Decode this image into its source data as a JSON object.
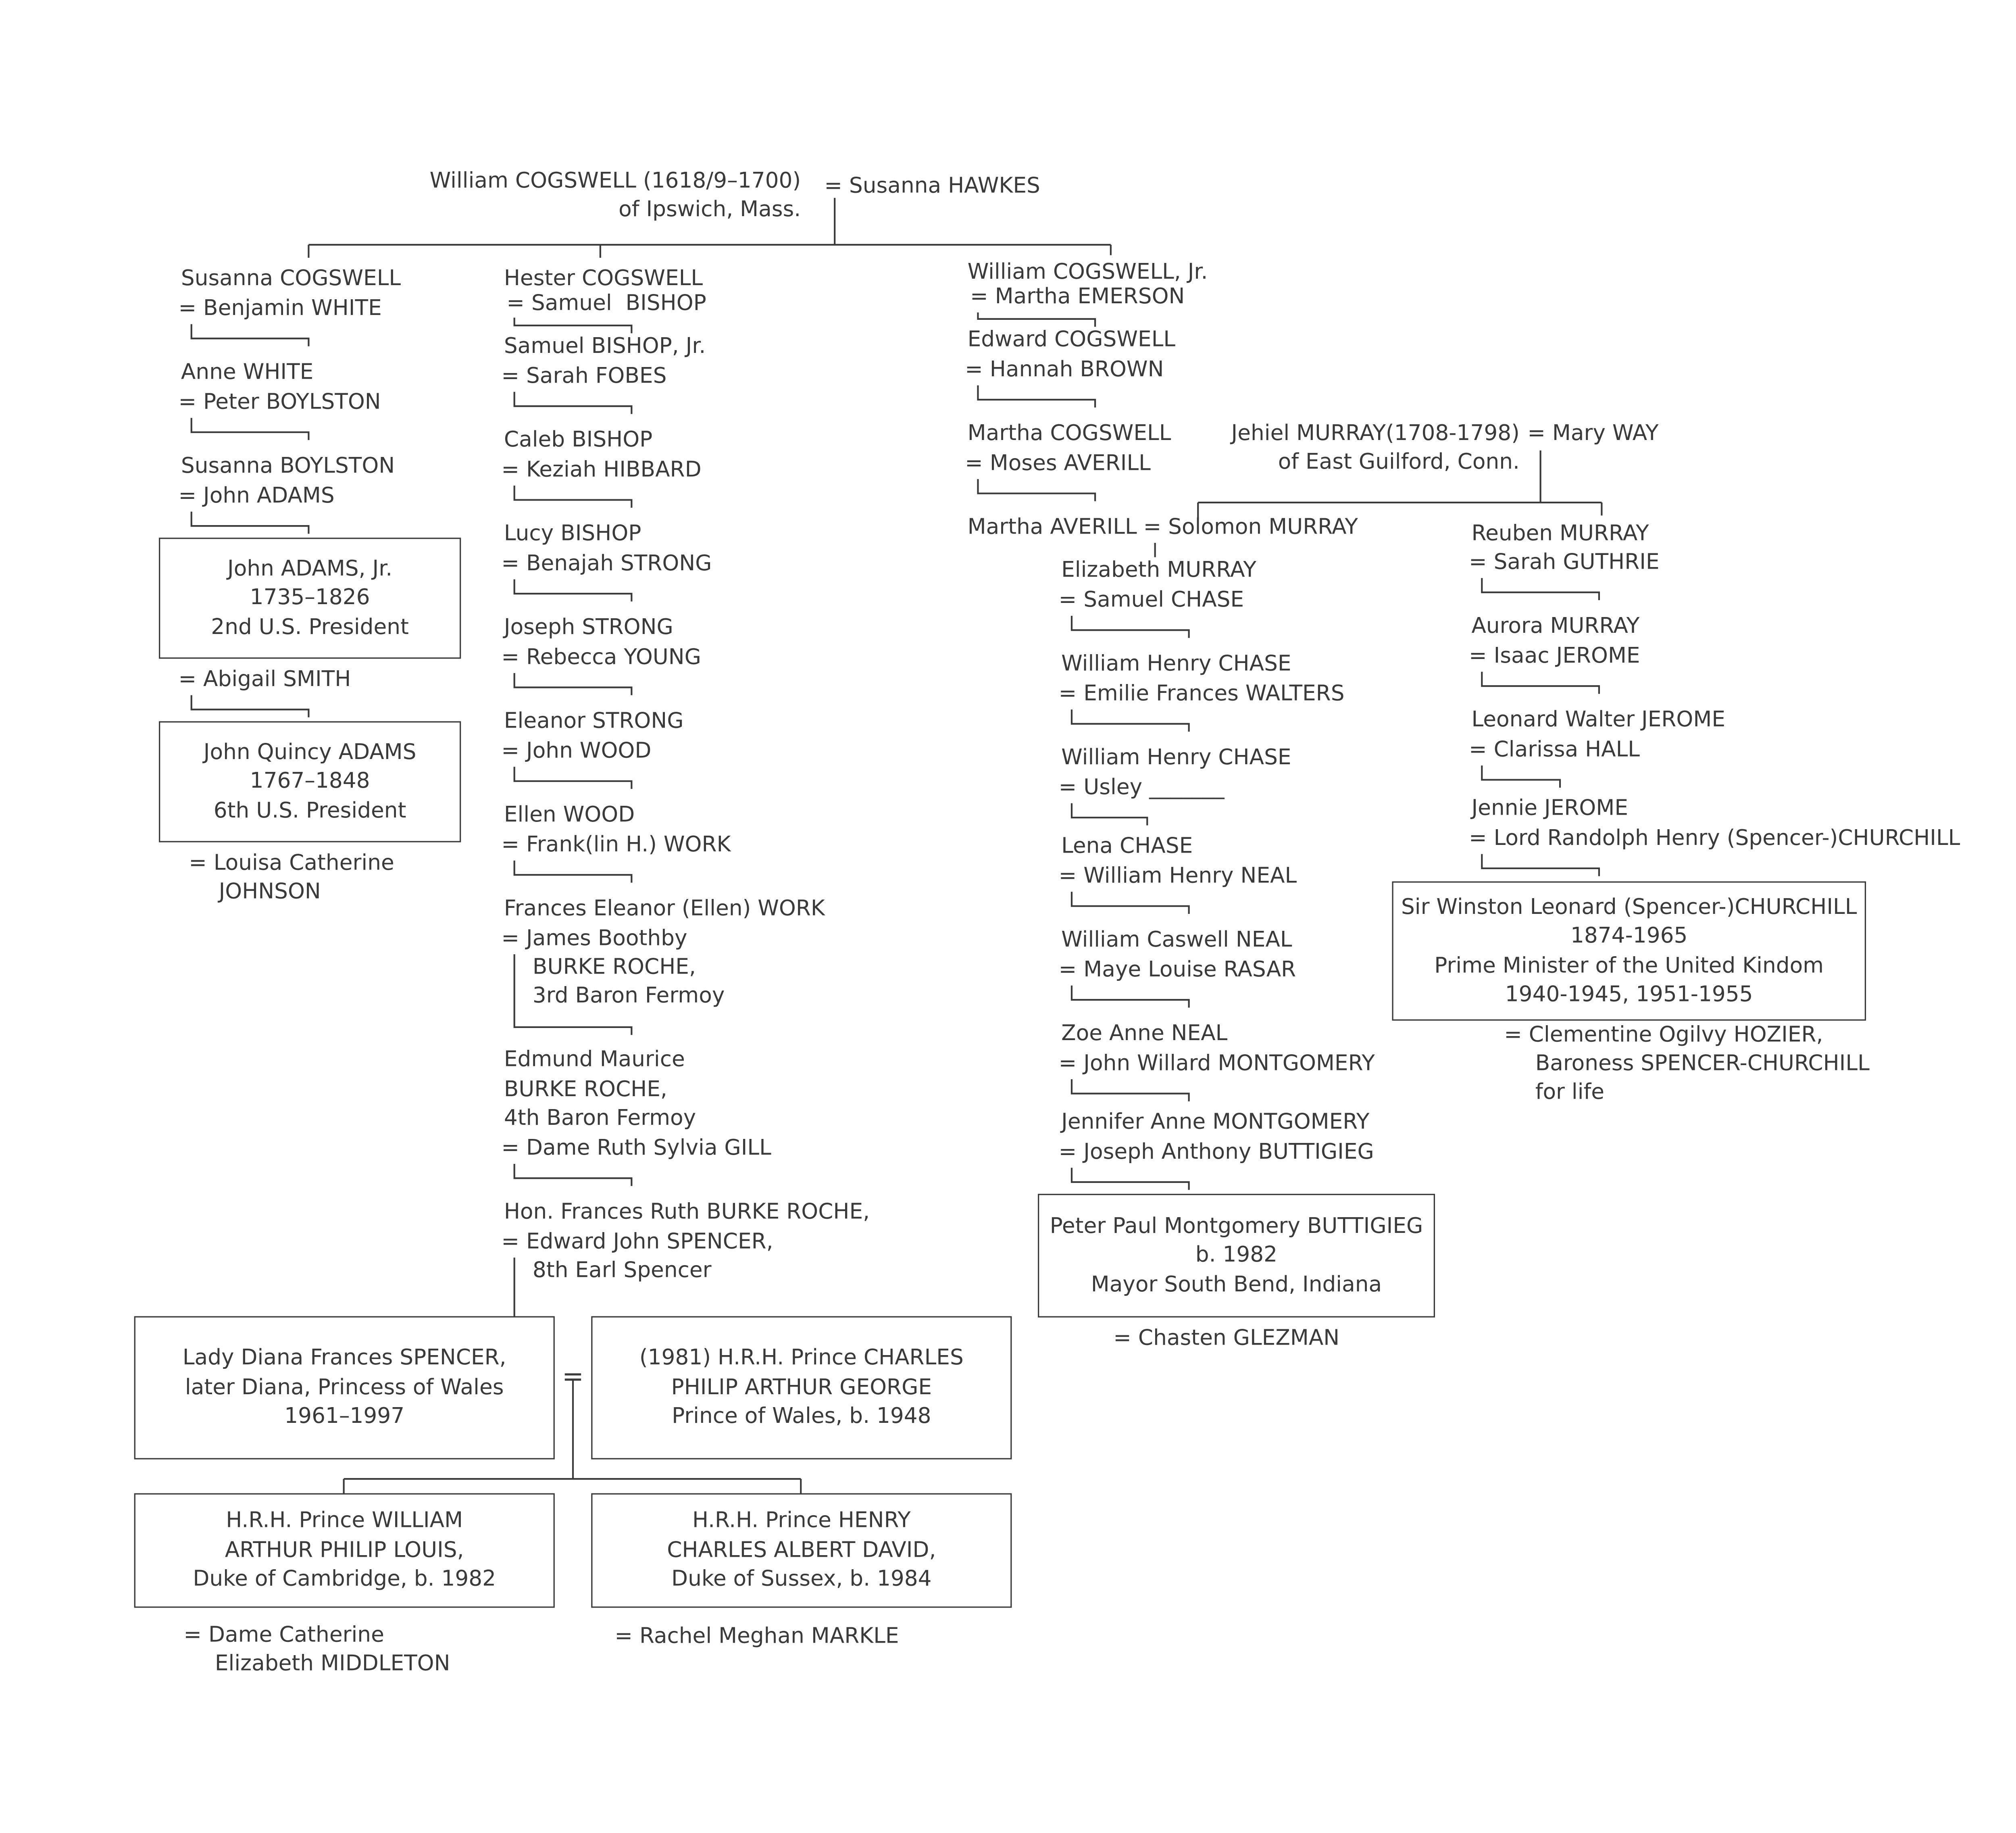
{
  "root": {
    "line1": "William COGSWELL (1618/9–1700)",
    "line2": "of Ipswich, Mass.",
    "spouse": "= Susanna HAWKES"
  },
  "adams_line": {
    "p1": "Susanna COGSWELL",
    "p1_spouse": "= Benjamin WHITE",
    "p2": "Anne WHITE",
    "p2_spouse": "= Peter BOYLSTON",
    "p3": "Susanna BOYLSTON",
    "p3_spouse": "= John ADAMS",
    "jadams": {
      "line1": "John ADAMS, Jr.",
      "line2": "1735–1826",
      "line3": "2nd U.S. President"
    },
    "jadams_spouse": "= Abigail SMITH",
    "jqadams": {
      "line1": "John Quincy ADAMS",
      "line2": "1767–1848",
      "line3": "6th U.S. President"
    },
    "jqadams_spouse_1": "= Louisa Catherine",
    "jqadams_spouse_2": "JOHNSON"
  },
  "royal_line": {
    "p1": "Hester COGSWELL",
    "p1_spouse": "= Samuel  BISHOP",
    "p2": "Samuel BISHOP, Jr.",
    "p2_spouse": "= Sarah FOBES",
    "p3": "Caleb BISHOP",
    "p3_spouse": "= Keziah HIBBARD",
    "p4": "Lucy BISHOP",
    "p4_spouse": "= Benajah STRONG",
    "p5": "Joseph STRONG",
    "p5_spouse": "= Rebecca YOUNG",
    "p6": "Eleanor STRONG",
    "p6_spouse": "= John WOOD",
    "p7": "Ellen WOOD",
    "p7_spouse": "= Frank(lin H.) WORK",
    "p8": "Frances Eleanor (Ellen) WORK",
    "p8_spouse_1": "= James Boothby",
    "p8_spouse_2": "BURKE ROCHE,",
    "p8_spouse_3": "3rd Baron Fermoy",
    "p9_1": "Edmund Maurice",
    "p9_2": "BURKE ROCHE,",
    "p9_3": "4th Baron Fermoy",
    "p9_spouse": "= Dame Ruth Sylvia GILL",
    "p10": "Hon. Frances Ruth BURKE ROCHE,",
    "p10_spouse_1": "= Edward John SPENCER,",
    "p10_spouse_2": "8th Earl Spencer",
    "diana": {
      "line1": "Lady Diana Frances SPENCER,",
      "line2": "later Diana, Princess of Wales",
      "line3": "1961–1997"
    },
    "marriage_sign": "=",
    "charles": {
      "line1": "(1981) H.R.H. Prince CHARLES",
      "line2": "PHILIP ARTHUR GEORGE",
      "line3": "Prince of Wales, b. 1948"
    },
    "william": {
      "line1": "H.R.H. Prince WILLIAM",
      "line2": "ARTHUR PHILIP LOUIS,",
      "line3": "Duke of Cambridge, b. 1982"
    },
    "william_spouse_1": "= Dame Catherine",
    "william_spouse_2": "Elizabeth MIDDLETON",
    "henry": {
      "line1": "H.R.H. Prince HENRY",
      "line2": "CHARLES ALBERT DAVID,",
      "line3": "Duke of Sussex, b. 1984"
    },
    "henry_spouse": "= Rachel Meghan MARKLE"
  },
  "cogswell_line": {
    "p1": "William COGSWELL, Jr.",
    "p1_spouse": "= Martha EMERSON",
    "p2": "Edward COGSWELL",
    "p2_spouse": "= Hannah BROWN",
    "p3": "Martha COGSWELL",
    "p3_spouse": "= Moses AVERILL",
    "p4": "Martha AVERILL",
    "p4_spouse": "= Solomon MURRAY"
  },
  "murray_root": {
    "line1": "Jehiel MURRAY(1708-1798)",
    "line2": "of East Guilford, Conn.",
    "spouse": "= Mary WAY"
  },
  "buttigieg_line": {
    "p1": "Elizabeth MURRAY",
    "p1_spouse": "= Samuel CHASE",
    "p2": "William Henry CHASE",
    "p2_spouse": "= Emilie Frances WALTERS",
    "p3": "William Henry CHASE",
    "p3_spouse": "= Usley _______",
    "p4": "Lena CHASE",
    "p4_spouse": "= William Henry NEAL",
    "p5": "William Caswell NEAL",
    "p5_spouse": "= Maye Louise RASAR",
    "p6": "Zoe Anne NEAL",
    "p6_spouse": "= John Willard MONTGOMERY",
    "p7": "Jennifer Anne MONTGOMERY",
    "p7_spouse": "= Joseph Anthony BUTTIGIEG",
    "pete": {
      "line1": "Peter Paul Montgomery BUTTIGIEG",
      "line2": "b. 1982",
      "line3": "Mayor South Bend, Indiana"
    },
    "pete_spouse": "= Chasten GLEZMAN"
  },
  "churchill_line": {
    "p1": "Reuben MURRAY",
    "p1_spouse": "= Sarah GUTHRIE",
    "p2": "Aurora MURRAY",
    "p2_spouse": "= Isaac JEROME",
    "p3": "Leonard Walter JEROME",
    "p3_spouse": "= Clarissa HALL",
    "p4": "Jennie JEROME",
    "p4_spouse": "= Lord Randolph Henry (Spencer-)CHURCHILL",
    "winston": {
      "line1": "Sir Winston Leonard (Spencer-)CHURCHILL",
      "line2": "1874-1965",
      "line3": "Prime Minister of the United Kindom",
      "line4": "1940-1945, 1951-1955"
    },
    "winston_spouse_1": "= Clementine Ogilvy HOZIER,",
    "winston_spouse_2": "Baroness SPENCER-CHURCHILL",
    "winston_spouse_3": "for life"
  }
}
